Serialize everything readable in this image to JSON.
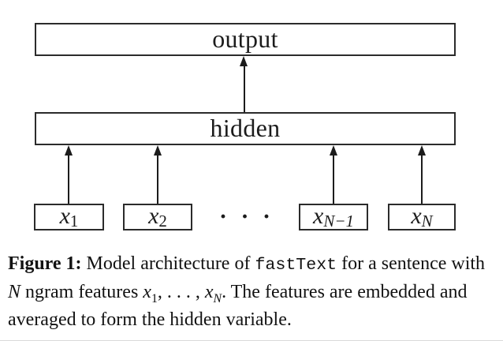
{
  "figure": {
    "output_label": "output",
    "hidden_label": "hidden",
    "inputs": [
      {
        "base": "x",
        "sub": "1"
      },
      {
        "base": "x",
        "sub": "2"
      },
      {
        "base": "x",
        "sub": "N−1"
      },
      {
        "base": "x",
        "sub": "N"
      }
    ],
    "ellipsis": "· · ·"
  },
  "caption": {
    "lines": [
      [
        {
          "s": "b",
          "t": "Figure 1:"
        },
        {
          "s": "n",
          "t": " Model architecture of "
        },
        {
          "s": "m",
          "t": "fastText"
        },
        {
          "s": "n",
          "t": " for a sentence with"
        }
      ],
      [
        {
          "s": "i",
          "t": "N"
        },
        {
          "s": "n",
          "t": " ngram features "
        },
        {
          "s": "i",
          "t": "x"
        },
        {
          "s": "n",
          "t": "1",
          "sub": true
        },
        {
          "s": "n",
          "t": ", . . . , "
        },
        {
          "s": "i",
          "t": "x"
        },
        {
          "s": "i",
          "t": "N",
          "sub": true
        },
        {
          "s": "n",
          "t": ". The features are embedded and"
        }
      ],
      [
        {
          "s": "n",
          "t": "averaged to form the hidden variable."
        }
      ]
    ]
  },
  "colors": {
    "ink": "#1c1c1c",
    "border": "#2b2b2b",
    "background": "#ffffff"
  }
}
